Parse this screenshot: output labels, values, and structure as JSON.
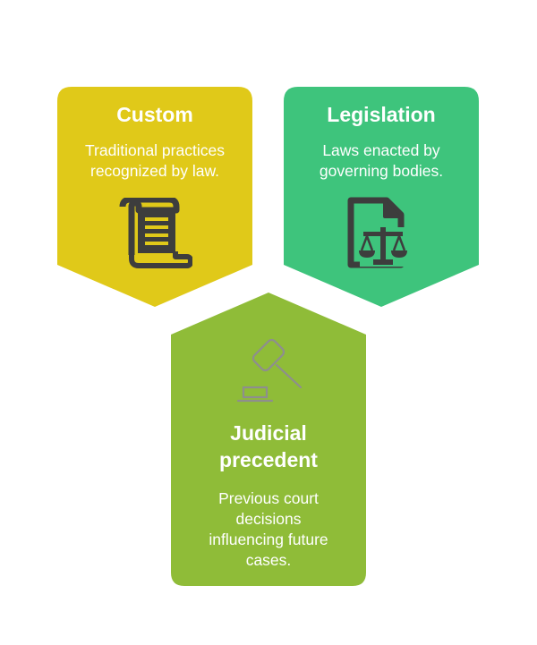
{
  "cards": [
    {
      "id": "custom",
      "title": "Custom",
      "description_lines": [
        "Traditional practices",
        "recognized by law."
      ],
      "icon": "scroll-icon",
      "color": "#E0C919"
    },
    {
      "id": "legislation",
      "title": "Legislation",
      "description_lines": [
        "Laws enacted by",
        "governing bodies."
      ],
      "icon": "document-scales-icon",
      "color": "#3EC47C"
    },
    {
      "id": "judicial-precedent",
      "title_lines": [
        "Judicial",
        "precedent"
      ],
      "description_lines": [
        "Previous court",
        "decisions",
        "influencing future",
        "cases."
      ],
      "icon": "gavel-icon",
      "color": "#8FBC38"
    }
  ],
  "colors": {
    "icon_dark": "#3D3D3D",
    "icon_outline": "#8E8E8E",
    "text": "#FFFFFF",
    "background": "#FFFFFF"
  }
}
